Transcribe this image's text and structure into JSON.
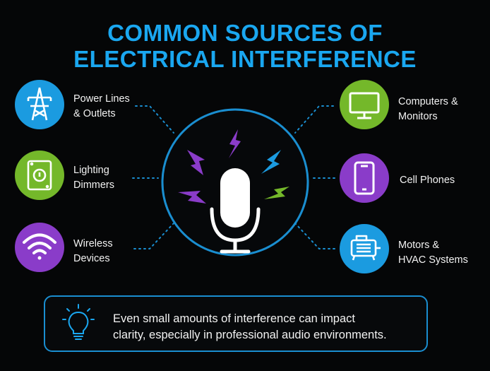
{
  "title": {
    "line1": "COMMON SOURCES OF",
    "line2": "ELECTRICAL INTERFERENCE"
  },
  "colors": {
    "title": "#1aa7f0",
    "blue": "#1b9be0",
    "green": "#74b82a",
    "purple": "#8a3cc9",
    "accent_ring": "#1a8ed0",
    "background": "#050607"
  },
  "center": {
    "icon": "microphone-icon",
    "bolts": [
      "purple",
      "blue",
      "green",
      "purple",
      "purple"
    ]
  },
  "sources": [
    {
      "icon": "power-tower-icon",
      "color": "blue",
      "line1": "Power Lines",
      "line2": "& Outlets"
    },
    {
      "icon": "dimmer-switch-icon",
      "color": "green",
      "line1": "Lighting",
      "line2": "Dimmers"
    },
    {
      "icon": "wifi-icon",
      "color": "purple",
      "line1": "Wireless",
      "line2": "Devices"
    },
    {
      "icon": "monitor-icon",
      "color": "green",
      "line1": "Computers &",
      "line2": "Monitors"
    },
    {
      "icon": "cell-phone-icon",
      "color": "purple",
      "line1": "Cell Phones",
      "line2": ""
    },
    {
      "icon": "motor-icon",
      "color": "blue",
      "line1": "Motors &",
      "line2": "HVAC Systems"
    }
  ],
  "note": {
    "icon": "lightbulb-icon",
    "line1": "Even small amounts of interference can impact",
    "line2": "clarity, especially in professional audio environments."
  }
}
